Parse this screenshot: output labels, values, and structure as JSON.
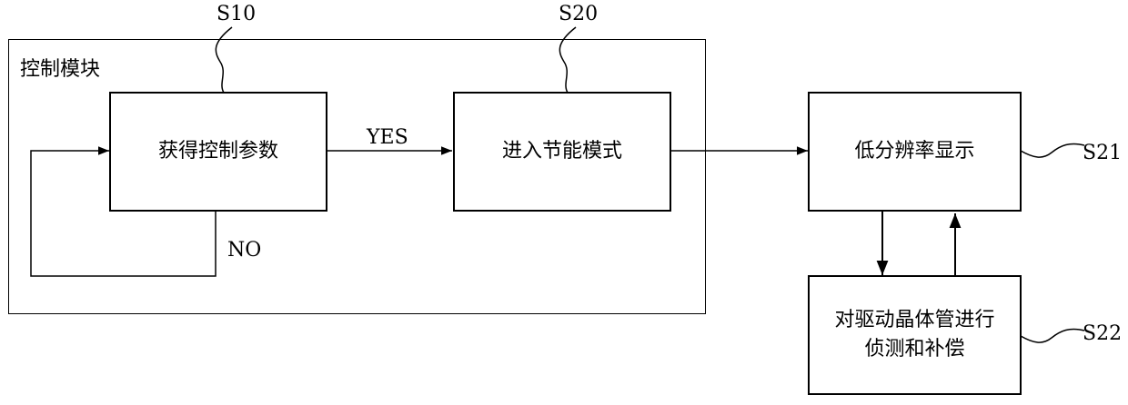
{
  "module": {
    "title": "控制模块"
  },
  "steps": {
    "s10": {
      "id": "S10",
      "text": "获得控制参数"
    },
    "s20": {
      "id": "S20",
      "text": "进入节能模式"
    },
    "s21": {
      "id": "S21",
      "text": "低分辨率显示"
    },
    "s22": {
      "id": "S22",
      "line1": "对驱动晶体管进行",
      "line2": "侦测和补偿"
    }
  },
  "edges": {
    "yes": "YES",
    "no": "NO"
  }
}
